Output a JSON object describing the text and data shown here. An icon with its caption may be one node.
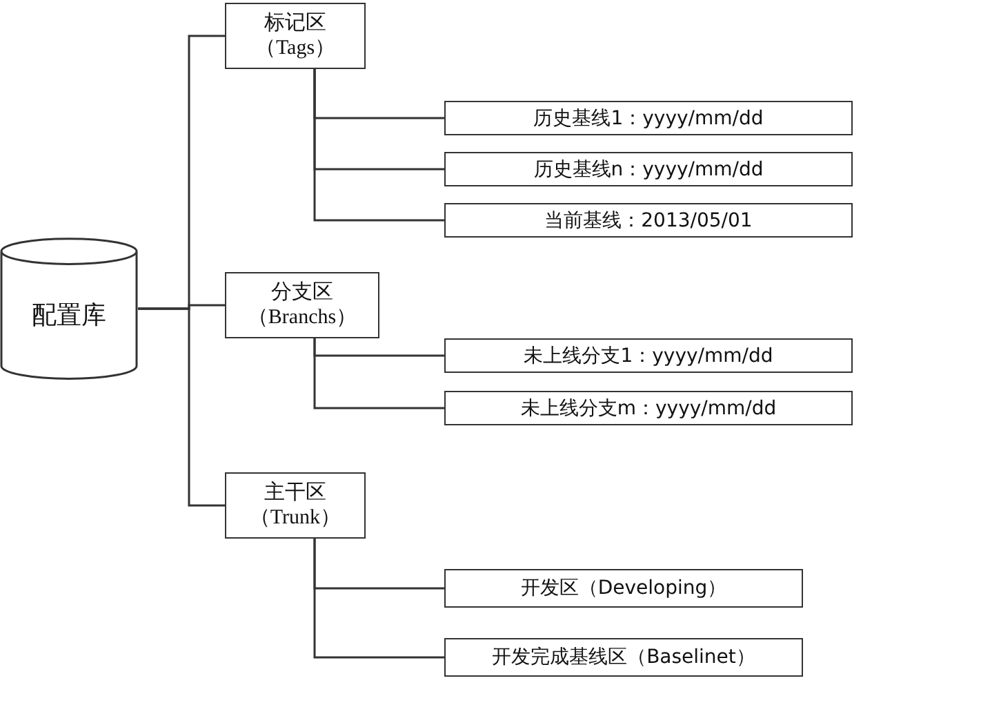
{
  "diagram": {
    "nodes": [
      {
        "text": [
          "配置库"
        ]
      },
      {
        "text": [
          "标记区",
          "（Tags）"
        ]
      },
      {
        "text": [
          "历史基线1：yyyy/mm/dd"
        ]
      },
      {
        "text": [
          "历史基线n：yyyy/mm/dd"
        ]
      },
      {
        "text": [
          "当前基线：2013/05/01"
        ]
      },
      {
        "text": [
          "分支区",
          "（Branchs）"
        ]
      },
      {
        "text": [
          "未上线分支1：yyyy/mm/dd"
        ]
      },
      {
        "text": [
          "未上线分支m：yyyy/mm/dd"
        ]
      },
      {
        "text": [
          "主干区",
          "（Trunk）"
        ]
      },
      {
        "text": [
          "开发区（Developing）"
        ]
      },
      {
        "text": [
          "开发完成基线区（Baselinet）"
        ]
      }
    ],
    "edges": [
      {
        "from": 0,
        "to": 1,
        "arrow": "none"
      },
      {
        "from": 0,
        "to": 5,
        "arrow": "none"
      },
      {
        "from": 0,
        "to": 8,
        "arrow": "none"
      },
      {
        "from": 1,
        "to": 2,
        "arrow": "none"
      },
      {
        "from": 1,
        "to": 3,
        "arrow": "none"
      },
      {
        "from": 1,
        "to": 4,
        "arrow": "none"
      },
      {
        "from": 5,
        "to": 6,
        "arrow": "none"
      },
      {
        "from": 5,
        "to": 7,
        "arrow": "none"
      },
      {
        "from": 8,
        "to": 9,
        "arrow": "none"
      },
      {
        "from": 8,
        "to": 10,
        "arrow": "none"
      }
    ]
  }
}
